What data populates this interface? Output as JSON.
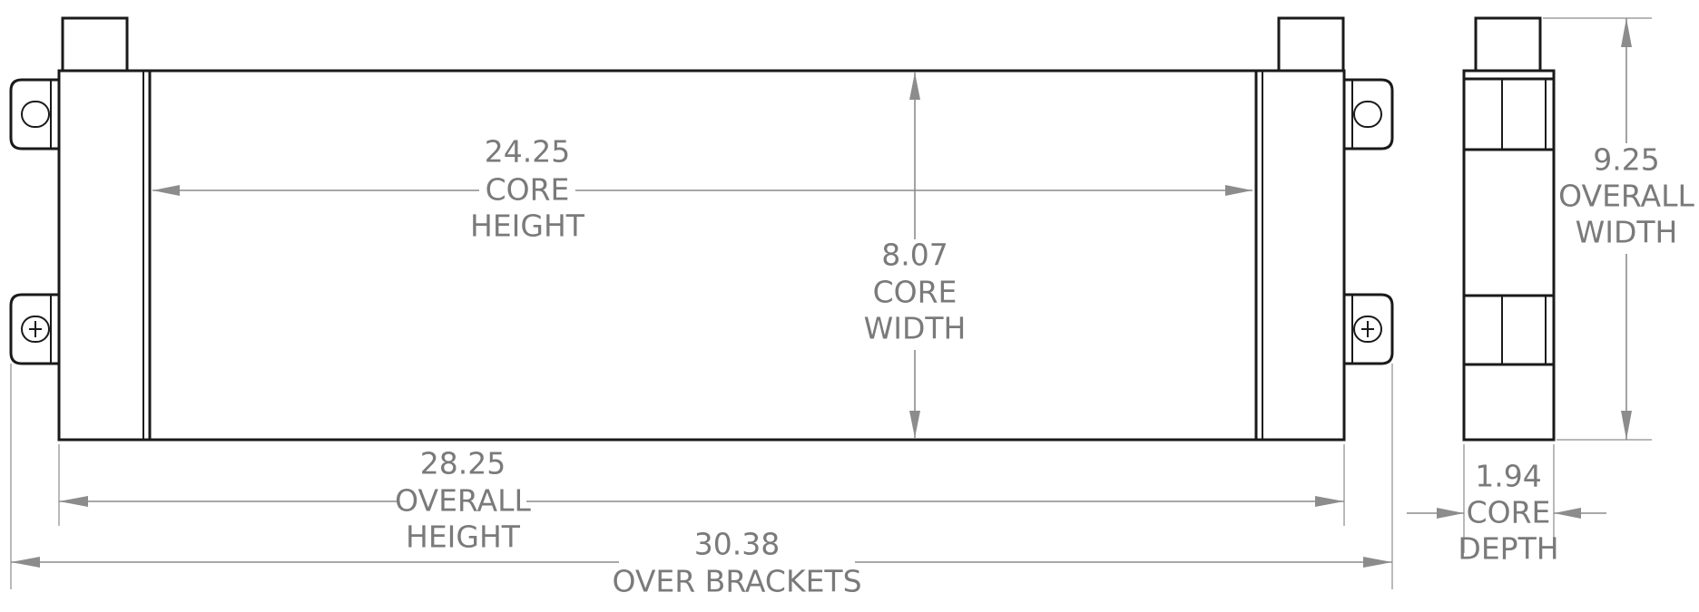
{
  "dimensions": {
    "core_height": {
      "value": "24.25",
      "line1": "CORE",
      "line2": "HEIGHT"
    },
    "core_width": {
      "value": "8.07",
      "line1": "CORE",
      "line2": "WIDTH"
    },
    "overall_height": {
      "value": "28.25",
      "line1": "OVERALL",
      "line2": "HEIGHT"
    },
    "over_brackets": {
      "value": "30.38",
      "line1": "OVER BRACKETS"
    },
    "overall_width": {
      "value": "9.25",
      "line1": "OVERALL",
      "line2": "WIDTH"
    },
    "core_depth": {
      "value": "1.94",
      "line1": "CORE",
      "line2": "DEPTH"
    }
  },
  "colors": {
    "outline": "#1a1a1a",
    "dimension": "#8c8c8c",
    "label": "#7a7a7a"
  }
}
